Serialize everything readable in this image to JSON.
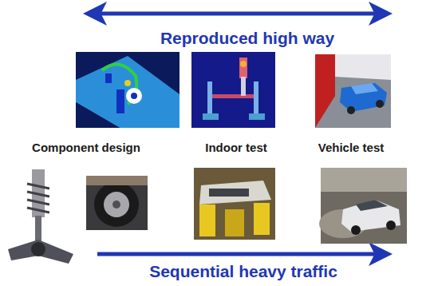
{
  "diagram": {
    "labels": [
      "Reproduced high way",
      "Component design",
      "Indoor test",
      "Vehicle test",
      "Sequential heavy traffic"
    ]
  }
}
